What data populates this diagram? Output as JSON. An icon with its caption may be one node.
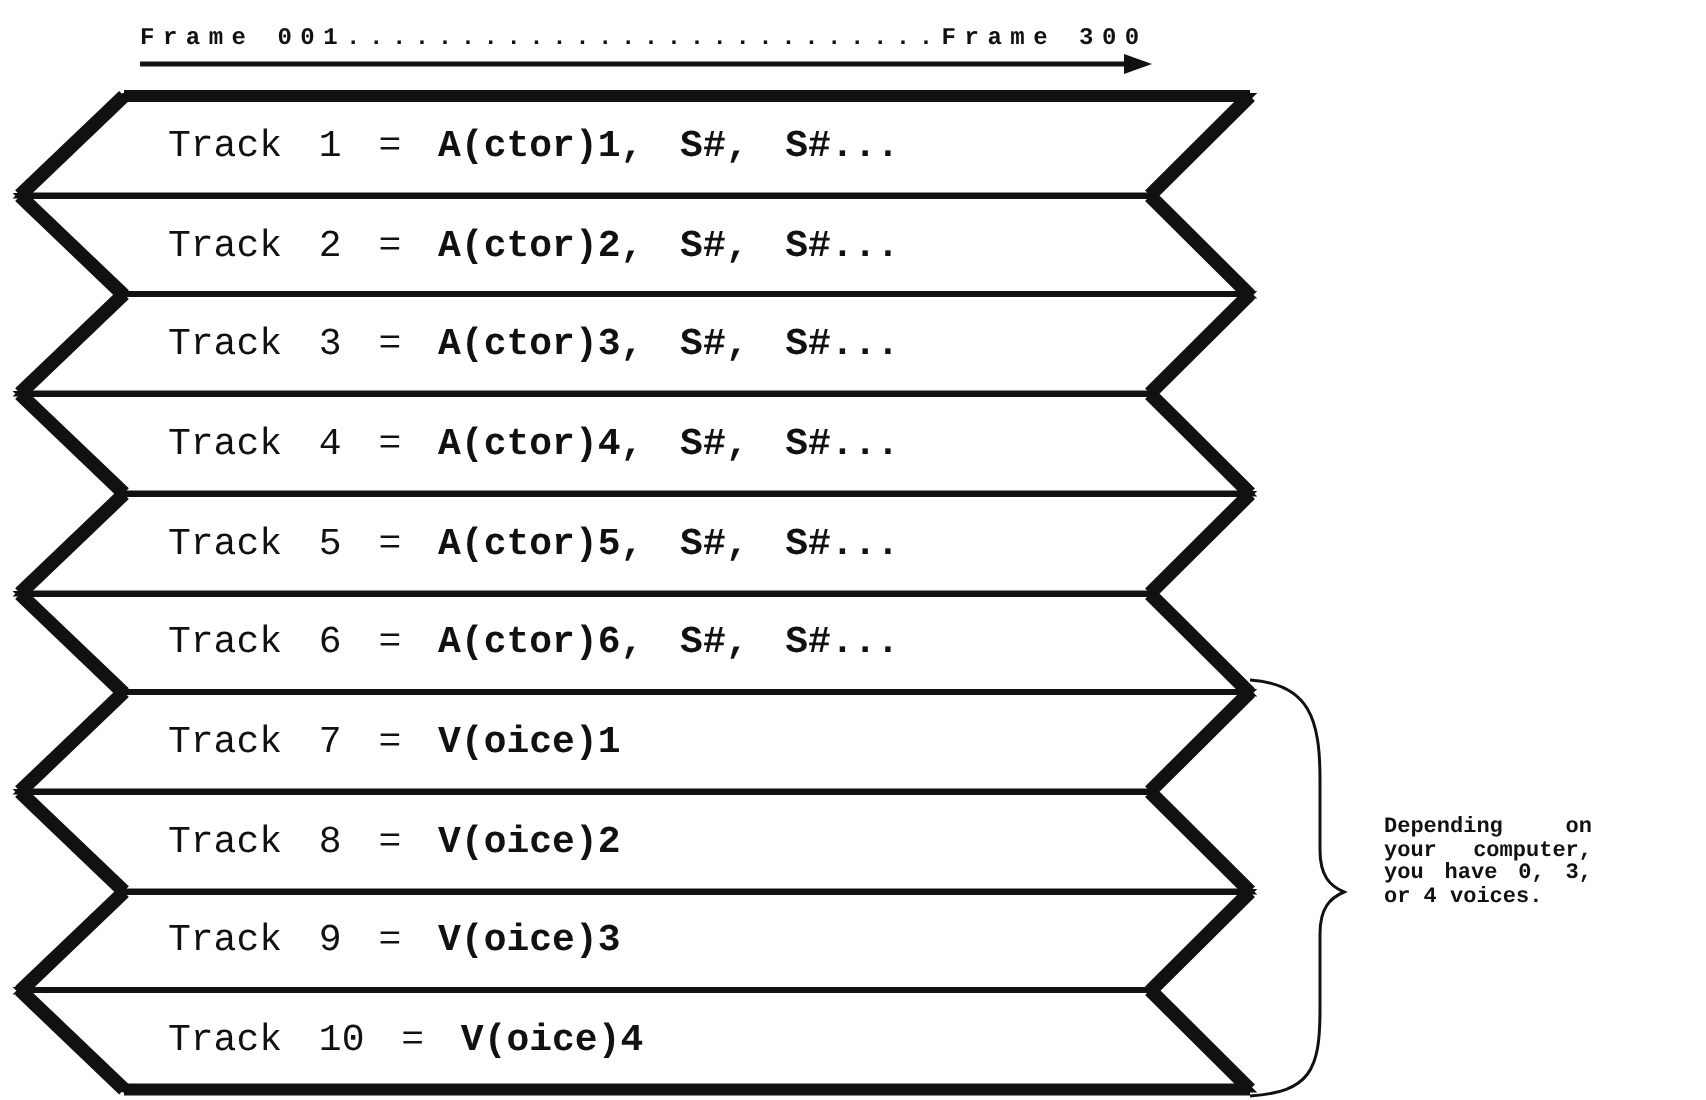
{
  "diagram": {
    "nodes": [
      {
        "text": [
          "Track 1 = **A(ctor)1, S#, S#...**"
        ]
      },
      {
        "text": [
          "Track 2 = **A(ctor)2, S#, S#...**"
        ]
      },
      {
        "text": [
          "Track 3 = **A(ctor)3, S#, S#...**"
        ]
      },
      {
        "text": [
          "Track 4 = **A(ctor)4, S#, S#...**"
        ]
      },
      {
        "text": [
          "Track 5 = **A(ctor)5, S#, S#...**"
        ]
      },
      {
        "text": [
          "Track 6 = **A(ctor)6, S#, S#...**"
        ]
      },
      {
        "text": [
          "Track 7 = **V(oice)1**"
        ]
      },
      {
        "text": [
          "Track 8 = **V(oice)2**"
        ]
      },
      {
        "text": [
          "Track 9 = **V(oice)3**"
        ]
      },
      {
        "text": [
          "Track 10 = **V(oice)4**"
        ]
      }
    ],
    "labels": [
      "Frame 001..........................Frame 300",
      "Depending on your computer, you have 0, 3, or 4 voices."
    ]
  }
}
